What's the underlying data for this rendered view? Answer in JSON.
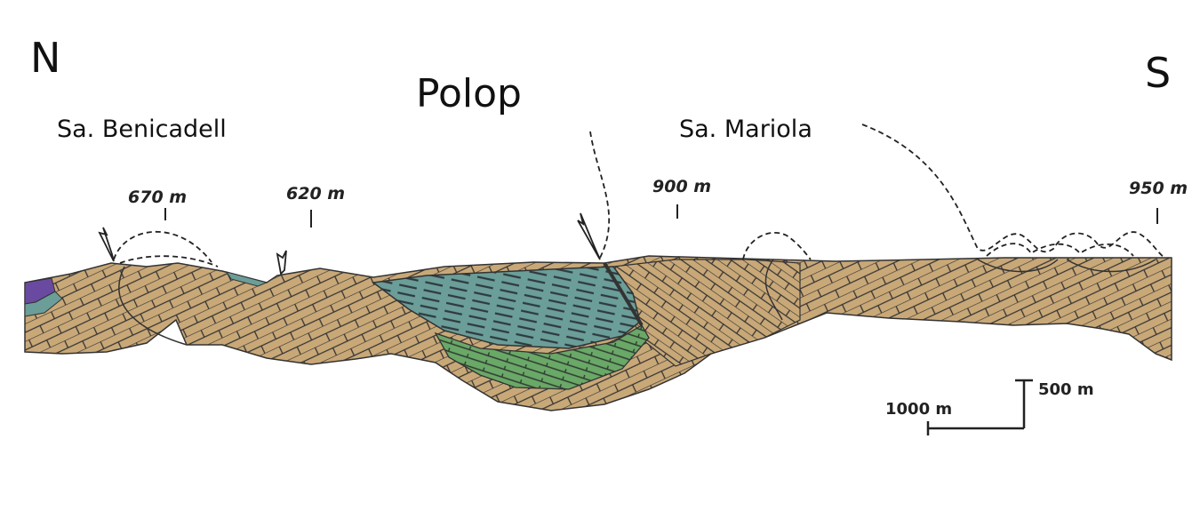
{
  "compass": {
    "north": "N",
    "south": "S"
  },
  "title": "Polop",
  "ranges": {
    "west": "Sa. Benicadell",
    "east": "Sa. Mariola"
  },
  "elevations": [
    "670 m",
    "620 m",
    "900 m",
    "950 m"
  ],
  "scale_bar": {
    "horizontal": "1000 m",
    "vertical": "500 m"
  },
  "colors": {
    "limestone": "#c9a878",
    "marl": "#6b9e98",
    "green_unit": "#6aa868",
    "purple_unit": "#6a4aa0",
    "fault": "#444444"
  }
}
